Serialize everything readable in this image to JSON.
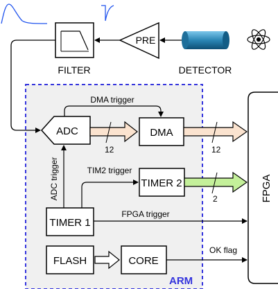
{
  "blocks": {
    "filter": "FILTER",
    "pre": "PRE",
    "detector": "DETECTOR",
    "adc": "ADC",
    "dma": "DMA",
    "timer1": "TIMER 1",
    "timer2": "TIMER 2",
    "flash": "FLASH",
    "core": "CORE",
    "fpga": "FPGA",
    "arm": "ARM"
  },
  "signals": {
    "dma_trigger": "DMA trigger",
    "adc_trigger": "ADC trigger",
    "tim2_trigger": "TIM2 trigger",
    "fpga_trigger": "FPGA trigger",
    "ok_flag": "OK flag"
  },
  "bus_widths": {
    "adc_dma": "12",
    "dma_fpga": "12",
    "timer2_fpga": "2"
  },
  "colors": {
    "arm_border": "#3333dd",
    "arm_fill": "#f0f0f0",
    "data_bus": "#fbe3cf",
    "timer_bus": "#c4f09a",
    "pulse": "#2255ee",
    "detector": "#2b86b5"
  }
}
